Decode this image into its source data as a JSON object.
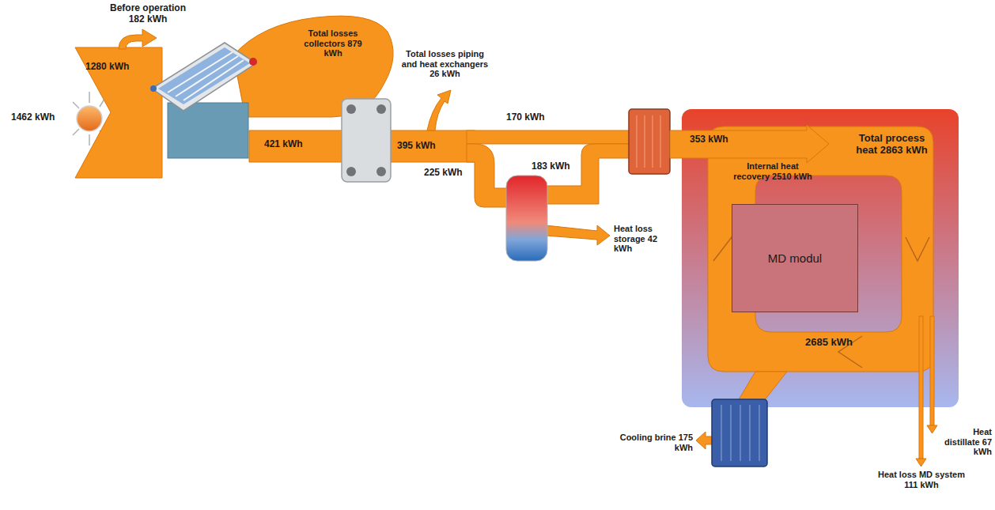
{
  "diagram": {
    "nodes": [
      {
        "text": [
          "MD modul"
        ]
      }
    ],
    "labels": [
      "Before operation 182 kWh",
      "1462 kWh",
      "1280 kWh",
      "Total losses collectors 879 kWh",
      "421 kWh",
      "Total losses piping and heat exchangers 26 kWh",
      "395 kWh",
      "170 kWh",
      "225 kWh",
      "183 kWh",
      "353 kWh",
      "Heat loss storage 42 kWh",
      "Total process heat 2863 kWh",
      "Internal heat recovery 2510 kWh",
      "2685 kWh",
      "Cooling brine 175 kWh",
      "Heat distillate 67 kWh",
      "Heat loss MD system 111 kWh"
    ]
  }
}
